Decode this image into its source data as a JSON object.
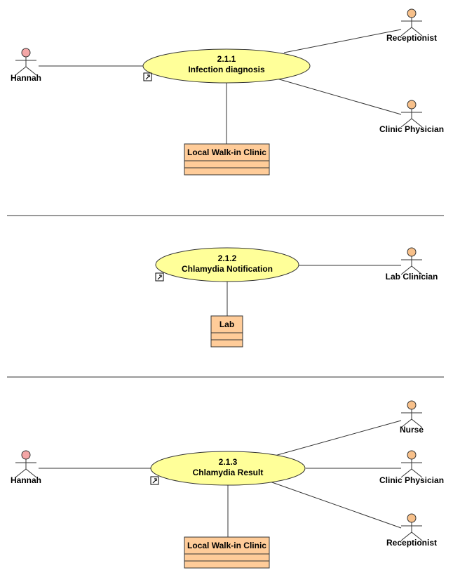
{
  "colors": {
    "use_case_fill": "#ffff99",
    "class_fill": "#ffcc99",
    "actor_primary_head": "#f4a6a6",
    "actor_secondary_head": "#f7c08a",
    "line": "#333333"
  },
  "diagrams": [
    {
      "use_case": {
        "number": "2.1.1",
        "name": "Infection diagnosis"
      },
      "primary_actor": {
        "label": "Hannah"
      },
      "secondary_actors": [
        {
          "label": "Receptionist"
        },
        {
          "label": "Clinic Physician"
        }
      ],
      "location": {
        "label": "Local Walk-in Clinic"
      }
    },
    {
      "use_case": {
        "number": "2.1.2",
        "name": "Chlamydia Notification"
      },
      "secondary_actors": [
        {
          "label": "Lab Clinician"
        }
      ],
      "location": {
        "label": "Lab"
      }
    },
    {
      "use_case": {
        "number": "2.1.3",
        "name": "Chlamydia Result"
      },
      "primary_actor": {
        "label": "Hannah"
      },
      "secondary_actors": [
        {
          "label": "Nurse"
        },
        {
          "label": "Clinic Physician"
        },
        {
          "label": "Receptionist"
        }
      ],
      "location": {
        "label": "Local Walk-in Clinic"
      }
    }
  ]
}
